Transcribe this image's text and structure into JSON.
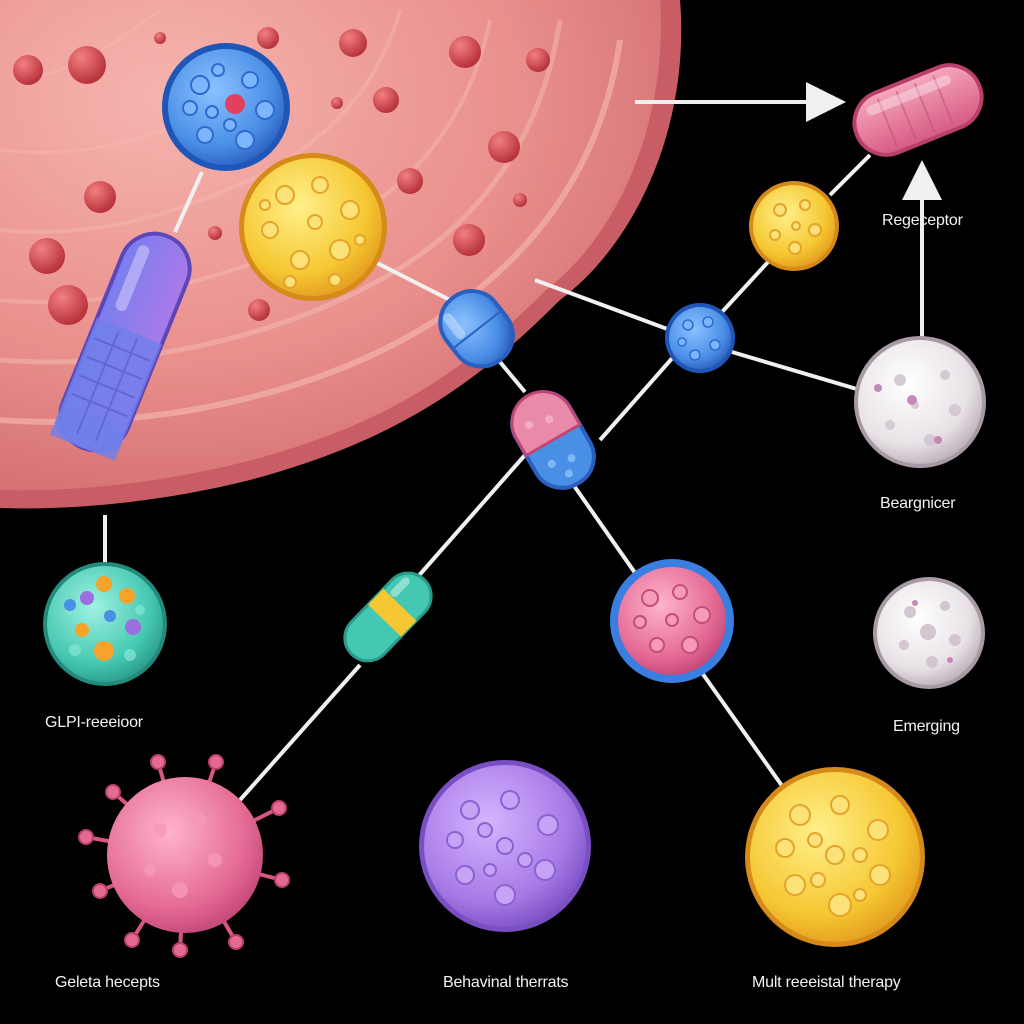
{
  "labels": {
    "regeceptor": "Regeceptor",
    "beargnicer": "Beargnicer",
    "glp1_receptor": "GLPI-reeeioor",
    "emerging": "Emerging",
    "geleta_hecepts": "Geleta hecepts",
    "behavioral": "Behavinal therrats",
    "multi_therapy": "Mult reeeistal therapy"
  },
  "icons": [
    "tissue-background",
    "blue-cell-icon",
    "yellow-cell-icon",
    "purple-blue-capsule-icon",
    "pink-capsule-icon",
    "blue-capsule-icon",
    "pink-blue-capsule-icon",
    "small-yellow-cell-icon",
    "small-blue-cell-icon",
    "white-cell-icon",
    "teal-cell-icon",
    "teal-yellow-capsule-icon",
    "pink-virus-icon",
    "pink-cell-icon",
    "white-small-cell-icon",
    "purple-cell-icon",
    "large-yellow-cell-icon",
    "arrow-icon"
  ],
  "colors": {
    "background": "#000000",
    "tissue": "#e98f8c",
    "tissue_edge": "#d66a6a",
    "blue": "#4a8fe6",
    "yellow": "#f5c732",
    "purple": "#9b6fe0",
    "pink": "#e46a95",
    "teal": "#45c8b2",
    "white": "#e8e2e6",
    "connector": "#f0f0f0"
  }
}
